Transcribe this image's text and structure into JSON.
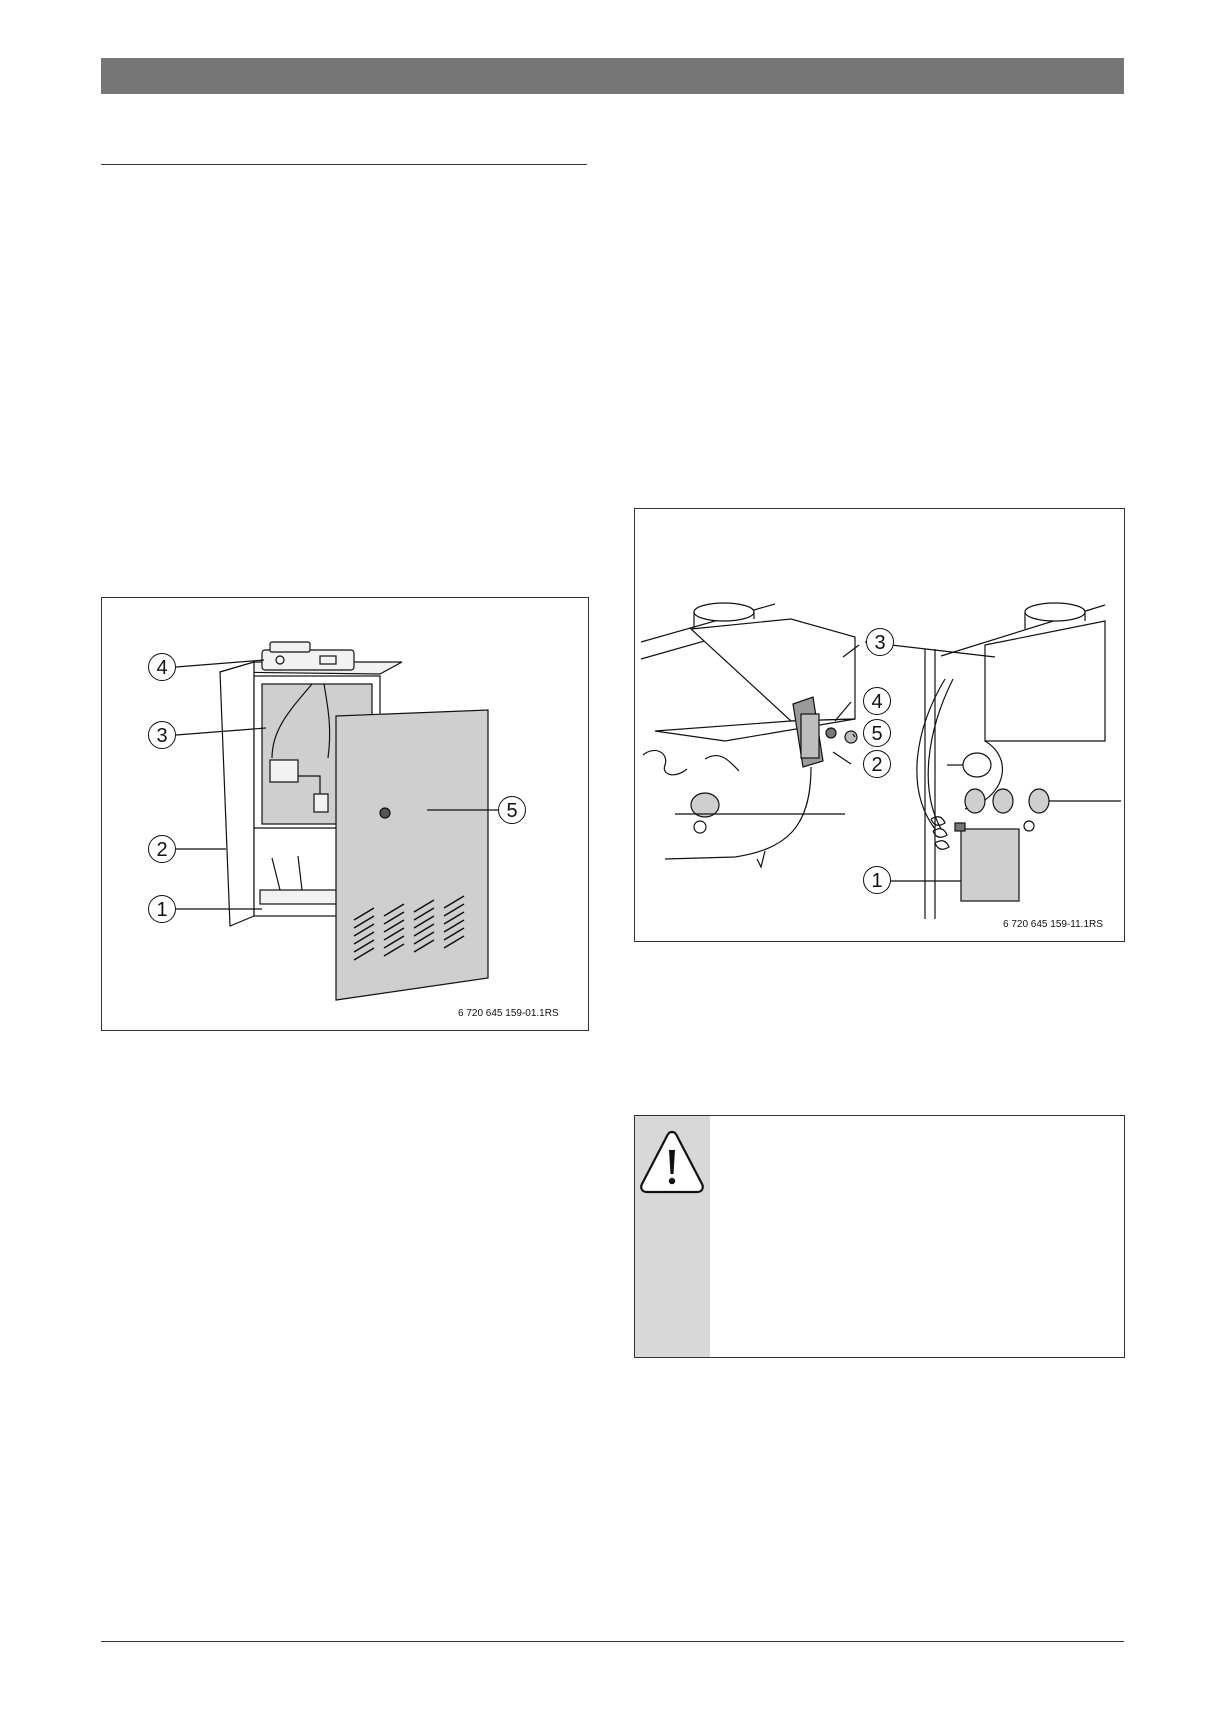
{
  "figure1": {
    "code": "6 720 645 159-01.1RS",
    "callouts": [
      "1",
      "2",
      "3",
      "4",
      "5"
    ]
  },
  "figure2": {
    "code": "6 720 645 159-11.1RS",
    "callouts": [
      "1",
      "2",
      "3",
      "4",
      "5"
    ]
  },
  "warning": {
    "icon": "warning-triangle-icon"
  },
  "colors": {
    "header_bar": "#767676",
    "warning_strip": "#d8d8d8",
    "panel_fill": "#cfcfcf"
  }
}
